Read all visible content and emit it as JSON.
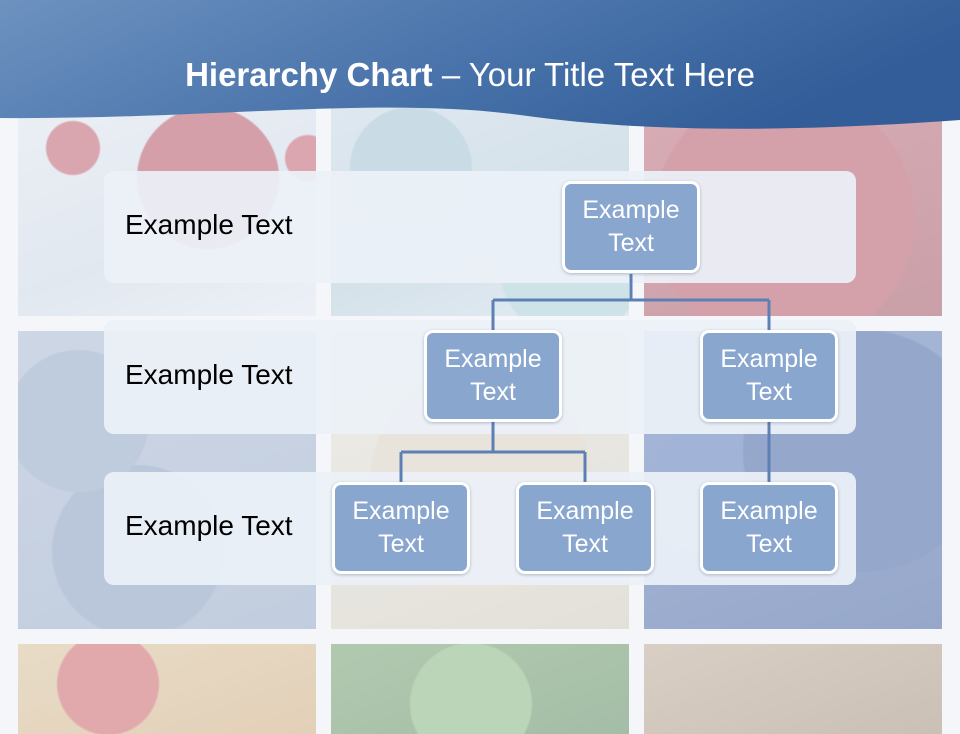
{
  "header": {
    "title_bold": "Hierarchy Chart",
    "title_rest": " – Your Title Text Here"
  },
  "levels": [
    {
      "label": "Example Text"
    },
    {
      "label": "Example Text"
    },
    {
      "label": "Example Text"
    }
  ],
  "nodes": {
    "root": "Example Text",
    "mid_left": "Example Text",
    "mid_right": "Example Text",
    "leaf_1": "Example Text",
    "leaf_2": "Example Text",
    "leaf_3": "Example Text"
  },
  "colors": {
    "header_blue": "#3f6aa3",
    "node_fill": "#89a6cf",
    "connector": "#5d80b4"
  }
}
